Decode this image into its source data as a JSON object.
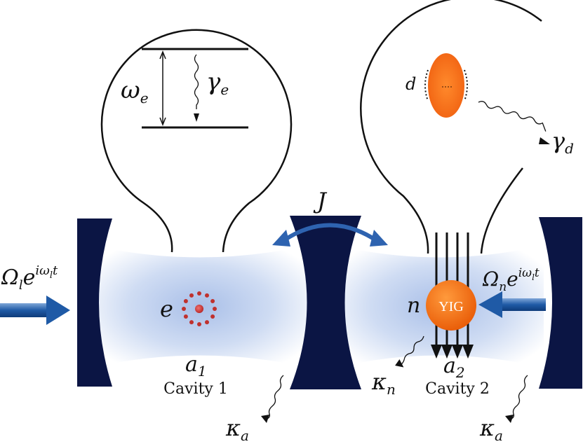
{
  "atom_inset": {
    "freq_label": "ω",
    "freq_sub": "e",
    "decay_label": "γ",
    "decay_sub": "e"
  },
  "magnon_inset": {
    "defect_label": "d",
    "decay_label": "γ",
    "decay_sub": "d"
  },
  "coupling": {
    "label": "J"
  },
  "drive_left": {
    "base": "Ω",
    "base_sub": "l",
    "exp_base": "e",
    "exp": "iω",
    "exp_sub": "l",
    "exp_t": "t"
  },
  "drive_right": {
    "base": "Ω",
    "base_sub": "n",
    "exp_base": "e",
    "exp": "iω",
    "exp_sub": "l",
    "exp_t": "t"
  },
  "cavity1": {
    "mode": "a",
    "mode_sub": "1",
    "name": "Cavity 1",
    "emitter_label": "e"
  },
  "cavity2": {
    "mode": "a",
    "mode_sub": "2",
    "name": "Cavity 2",
    "sphere_label": "n",
    "sphere_text": "YIG"
  },
  "losses": {
    "left": {
      "label": "κ",
      "sub": "a"
    },
    "magnon": {
      "label": "κ",
      "sub": "n"
    },
    "right": {
      "label": "κ",
      "sub": "a"
    }
  },
  "colors": {
    "mirror": "#0b1544",
    "cavity_edge": "#ffffff",
    "cavity_center": "#a8bde6",
    "arrow_blue": "#1f5aa6",
    "yig_orange": "#f06a10",
    "atom_red": "#c0312e"
  }
}
